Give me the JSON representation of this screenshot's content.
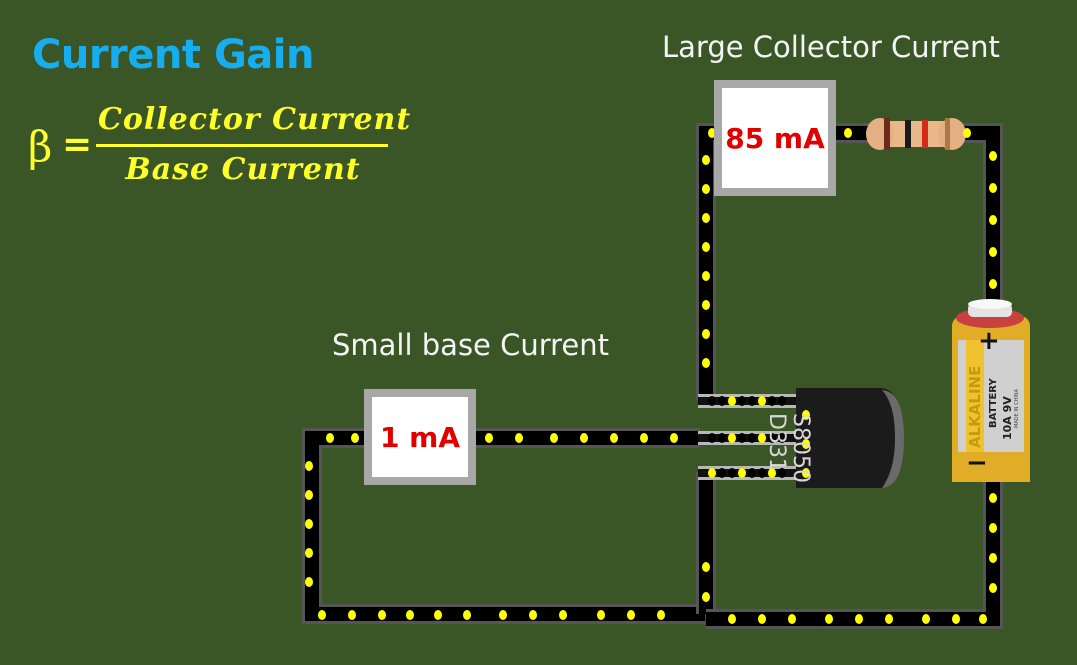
{
  "title": "Current Gain",
  "formula": {
    "symbol": "β",
    "equals": "=",
    "numerator": "Collector Current",
    "denominator": "Base Current"
  },
  "labels": {
    "collector": "Large Collector Current",
    "base": "Small base Current"
  },
  "meters": {
    "collector": {
      "value": "85 mA"
    },
    "base": {
      "value": "1 mA"
    }
  },
  "transistor": {
    "line1": "S8050",
    "line2": "D331"
  },
  "battery": {
    "brand": "ALKALINE",
    "type": "BATTERY",
    "rating": "10A 9V",
    "origin": "MADE IN CHINA",
    "plus": "+",
    "minus": "−"
  },
  "colors": {
    "background": "#3b5626",
    "title": "#16aef0",
    "formula": "#ffff2a",
    "meter_value": "#e00000",
    "electron": "#ffff00",
    "wire": "#000000"
  }
}
